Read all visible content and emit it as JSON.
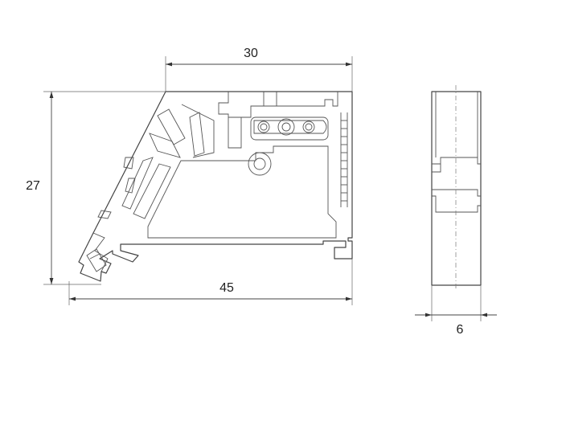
{
  "dimensions": {
    "top_width": "30",
    "height": "27",
    "overall_width": "45",
    "side_thickness": "6"
  },
  "colors": {
    "line": "#444444",
    "background": "#ffffff"
  }
}
